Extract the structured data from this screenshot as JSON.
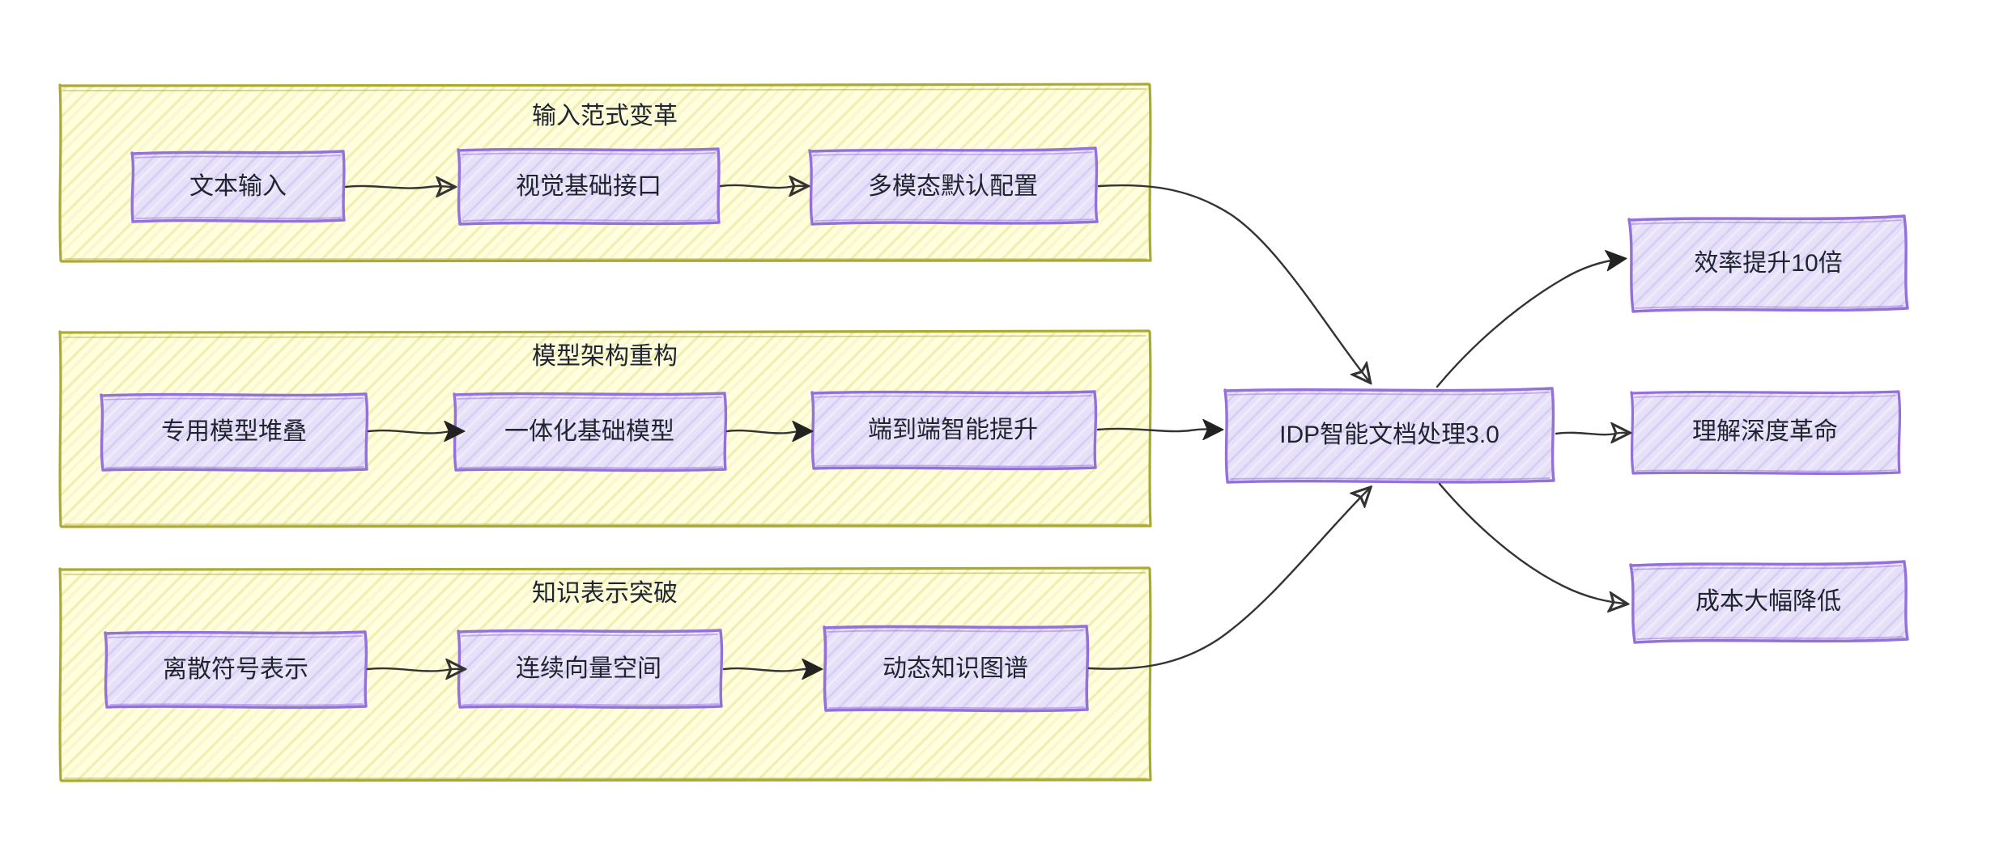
{
  "diagram": {
    "type": "flowchart",
    "direction": "left-to-right",
    "style": "hand-drawn-sketch",
    "background": "#ffffff",
    "colors": {
      "cluster_stroke": "#aaaa33",
      "cluster_fill": "#ffffde",
      "node_stroke": "#9370db",
      "node_fill": "#e6e0f8",
      "edge_stroke": "#333333",
      "text": "#1f2430"
    }
  },
  "clusters": [
    {
      "id": "cluster-input-paradigm",
      "title": "输入范式变革",
      "nodes": [
        {
          "id": "text-input",
          "label": "文本输入"
        },
        {
          "id": "visual-base-interface",
          "label": "视觉基础接口"
        },
        {
          "id": "multimodal-default-config",
          "label": "多模态默认配置"
        }
      ]
    },
    {
      "id": "cluster-model-architecture",
      "title": "模型架构重构",
      "nodes": [
        {
          "id": "dedicated-model-stack",
          "label": "专用模型堆叠"
        },
        {
          "id": "unified-foundation-model",
          "label": "一体化基础模型"
        },
        {
          "id": "end-to-end-intelligence",
          "label": "端到端智能提升"
        }
      ]
    },
    {
      "id": "cluster-knowledge-representation",
      "title": "知识表示突破",
      "nodes": [
        {
          "id": "discrete-symbol-representation",
          "label": "离散符号表示"
        },
        {
          "id": "continuous-vector-space",
          "label": "连续向量空间"
        },
        {
          "id": "dynamic-knowledge-graph",
          "label": "动态知识图谱"
        }
      ]
    }
  ],
  "center": {
    "id": "idp-core",
    "label": "IDP智能文档处理3.0"
  },
  "outcomes": [
    {
      "id": "efficiency-gain",
      "label": "效率提升10倍"
    },
    {
      "id": "understanding-revolution",
      "label": "理解深度革命"
    },
    {
      "id": "cost-reduction",
      "label": "成本大幅降低"
    }
  ],
  "edges": [
    {
      "from": "text-input",
      "to": "visual-base-interface"
    },
    {
      "from": "visual-base-interface",
      "to": "multimodal-default-config"
    },
    {
      "from": "multimodal-default-config",
      "to": "idp-core"
    },
    {
      "from": "dedicated-model-stack",
      "to": "unified-foundation-model"
    },
    {
      "from": "unified-foundation-model",
      "to": "end-to-end-intelligence"
    },
    {
      "from": "end-to-end-intelligence",
      "to": "idp-core"
    },
    {
      "from": "discrete-symbol-representation",
      "to": "continuous-vector-space"
    },
    {
      "from": "continuous-vector-space",
      "to": "dynamic-knowledge-graph"
    },
    {
      "from": "dynamic-knowledge-graph",
      "to": "idp-core"
    },
    {
      "from": "idp-core",
      "to": "efficiency-gain"
    },
    {
      "from": "idp-core",
      "to": "understanding-revolution"
    },
    {
      "from": "idp-core",
      "to": "cost-reduction"
    }
  ]
}
